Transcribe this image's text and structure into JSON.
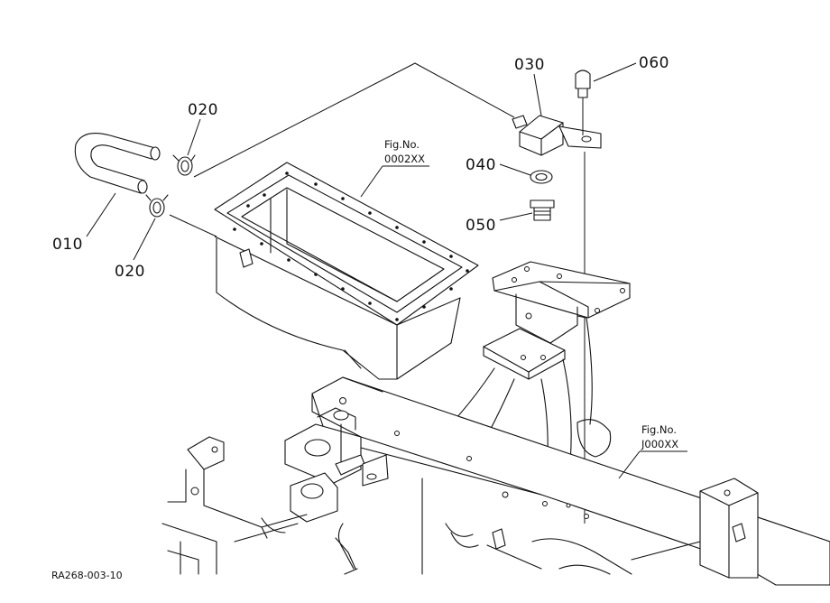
{
  "parts": [
    {
      "id": "010",
      "label": "010"
    },
    {
      "id": "020a",
      "label": "020"
    },
    {
      "id": "020b",
      "label": "020"
    },
    {
      "id": "030",
      "label": "030"
    },
    {
      "id": "040",
      "label": "040"
    },
    {
      "id": "050",
      "label": "050"
    },
    {
      "id": "060",
      "label": "060"
    }
  ],
  "references": [
    {
      "line1": "Fig.No.",
      "line2": "0002XX"
    },
    {
      "line1": "Fig.No.",
      "line2": "J000XX"
    }
  ],
  "drawing_code": "RA268-003-10",
  "colors": {
    "ink": "#111111",
    "paper": "#ffffff"
  }
}
